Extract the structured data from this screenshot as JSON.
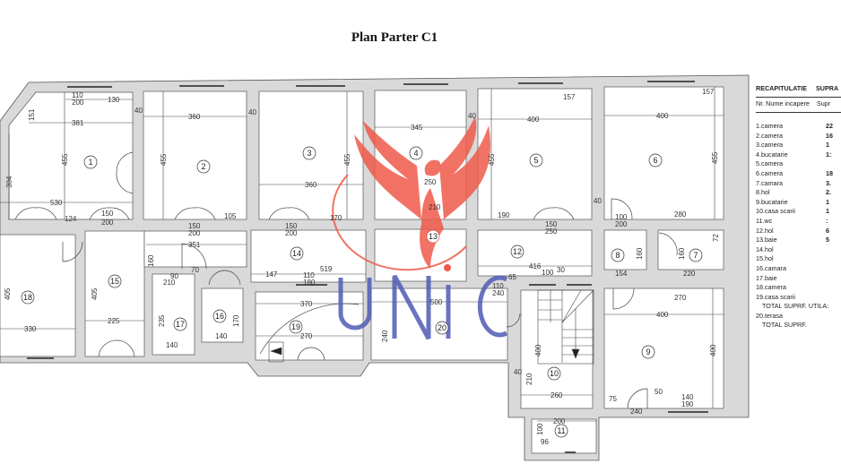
{
  "title": "Plan Parter C1",
  "legend": {
    "heading": "RECAPITULATIE",
    "heading2": "SUPRA",
    "col_nr_name": "Nr.  Nume incapere",
    "col_area": "Supr",
    "rows": [
      {
        "name": "1.camera",
        "area": "22"
      },
      {
        "name": "2.camera",
        "area": "16"
      },
      {
        "name": "3.camera",
        "area": "1"
      },
      {
        "name": "4.bucatarie",
        "area": "1:"
      },
      {
        "name": "5.camera",
        "area": ""
      },
      {
        "name": "6.camera",
        "area": "18"
      },
      {
        "name": "7.camara",
        "area": "3."
      },
      {
        "name": "8.hol",
        "area": "2."
      },
      {
        "name": "9.bucatarie",
        "area": "1"
      },
      {
        "name": "10.casa scarii",
        "area": "1"
      },
      {
        "name": "11.wc",
        "area": ":"
      },
      {
        "name": "12.hol",
        "area": "6"
      },
      {
        "name": "13.baie",
        "area": "5"
      },
      {
        "name": "14.hol",
        "area": ""
      },
      {
        "name": "15.hol",
        "area": ""
      },
      {
        "name": "16.camara",
        "area": ""
      },
      {
        "name": "17.baie",
        "area": ""
      },
      {
        "name": "18.camera",
        "area": ""
      },
      {
        "name": "19.casa scarii",
        "area": ""
      }
    ],
    "total_util": "TOTAL  SUPRF. UTILA:",
    "terrace": "20.terasa",
    "total": "TOTAL SUPRF."
  },
  "rooms": [
    "1",
    "2",
    "3",
    "4",
    "5",
    "6",
    "7",
    "8",
    "9",
    "10",
    "11",
    "12",
    "13",
    "14",
    "15",
    "16",
    "17",
    "18",
    "19",
    "20"
  ],
  "dimensions": [
    "110",
    "200",
    "130",
    "381",
    "151",
    "304",
    "455",
    "530",
    "124",
    "150",
    "200",
    "360",
    "455",
    "150",
    "200",
    "105",
    "40",
    "360",
    "455",
    "170",
    "150",
    "200",
    "345",
    "250",
    "210",
    "400",
    "455",
    "157",
    "400",
    "157",
    "455",
    "190",
    "150",
    "250",
    "100",
    "200",
    "280",
    "351",
    "160",
    "147",
    "519",
    "110",
    "180",
    "405",
    "225",
    "330",
    "405",
    "210",
    "90",
    "70",
    "235",
    "140",
    "170",
    "140",
    "370",
    "270",
    "240",
    "500",
    "416",
    "65",
    "100",
    "30",
    "154",
    "220",
    "270",
    "400",
    "400",
    "400",
    "210",
    "260",
    "75",
    "50",
    "140",
    "190",
    "200",
    "96",
    "100",
    "240",
    "110",
    "240",
    "72",
    "160",
    "160",
    "40",
    "40",
    "40",
    "40"
  ],
  "watermark": {
    "brand": "UNiC",
    "colors": {
      "phoenix": "#ef5a4a",
      "letters": "#4f5bb5"
    }
  }
}
